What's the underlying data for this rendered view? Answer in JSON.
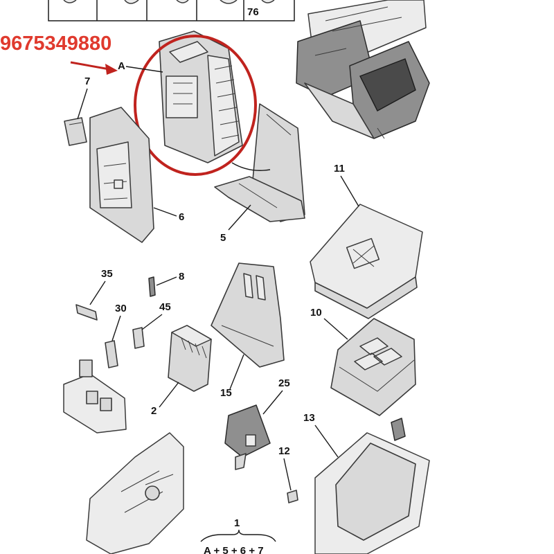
{
  "part_number": "9675349880",
  "callout_a": "A",
  "callouts": {
    "c76": "76",
    "c7": "7",
    "c6": "6",
    "c5": "5",
    "c11": "11",
    "c35": "35",
    "c8": "8",
    "c30": "30",
    "c45": "45",
    "c10": "10",
    "c15": "15",
    "c2": "2",
    "c25": "25",
    "c13": "13",
    "c12": "12",
    "c1": "1"
  },
  "formula": "A + 5 + 6 + 7",
  "colors": {
    "highlight": "#c0231e",
    "part_number": "#e03a2e"
  }
}
